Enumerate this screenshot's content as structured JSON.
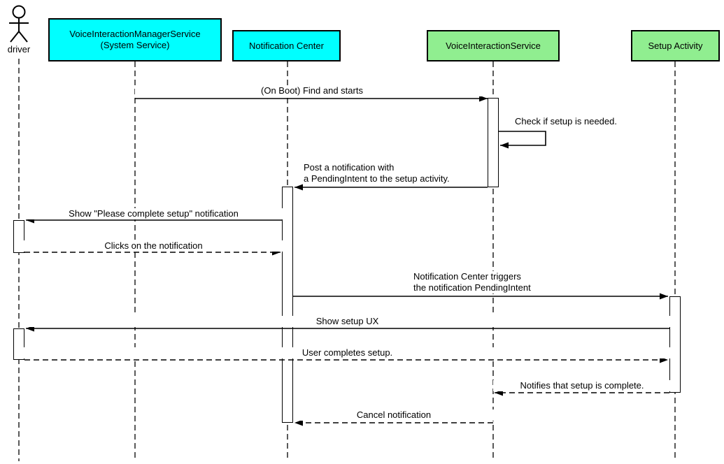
{
  "actor": {
    "label": "driver",
    "icon": "stick-figure-actor-icon"
  },
  "participants": [
    {
      "label": "VoiceInteractionManagerService\n(System Service)",
      "fill": "#00ffff"
    },
    {
      "label": "Notification Center",
      "fill": "#00ffff"
    },
    {
      "label": "VoiceInteractionService",
      "fill": "#90ee90"
    },
    {
      "label": "Setup Activity",
      "fill": "#90ee90"
    }
  ],
  "messages": [
    {
      "label": "(On Boot) Find and starts",
      "from": "VoiceInteractionManagerService (System Service)",
      "to": "VoiceInteractionService",
      "style": "solid"
    },
    {
      "label": "Check if setup is needed.",
      "from": "VoiceInteractionService",
      "to": "VoiceInteractionService",
      "style": "self"
    },
    {
      "label": "Post a notification with\na PendingIntent to the setup activity.",
      "from": "VoiceInteractionService",
      "to": "Notification Center",
      "style": "solid"
    },
    {
      "label": "Show \"Please complete setup\" notification",
      "from": "Notification Center",
      "to": "driver",
      "style": "solid"
    },
    {
      "label": "Clicks on the notification",
      "from": "driver",
      "to": "Notification Center",
      "style": "dashed"
    },
    {
      "label": "Notification Center triggers\nthe notification PendingIntent",
      "from": "Notification Center",
      "to": "Setup Activity",
      "style": "solid"
    },
    {
      "label": "Show setup UX",
      "from": "Setup Activity",
      "to": "driver",
      "style": "solid"
    },
    {
      "label": "User completes setup.",
      "from": "driver",
      "to": "Setup Activity",
      "style": "dashed"
    },
    {
      "label": "Notifies that setup is complete.",
      "from": "Setup Activity",
      "to": "VoiceInteractionService",
      "style": "dashed"
    },
    {
      "label": "Cancel notification",
      "from": "VoiceInteractionService",
      "to": "Notification Center",
      "style": "dashed"
    }
  ],
  "colors": {
    "participant_cyan": "#00ffff",
    "participant_green": "#90ee90",
    "line": "#000000",
    "background": "#ffffff"
  }
}
